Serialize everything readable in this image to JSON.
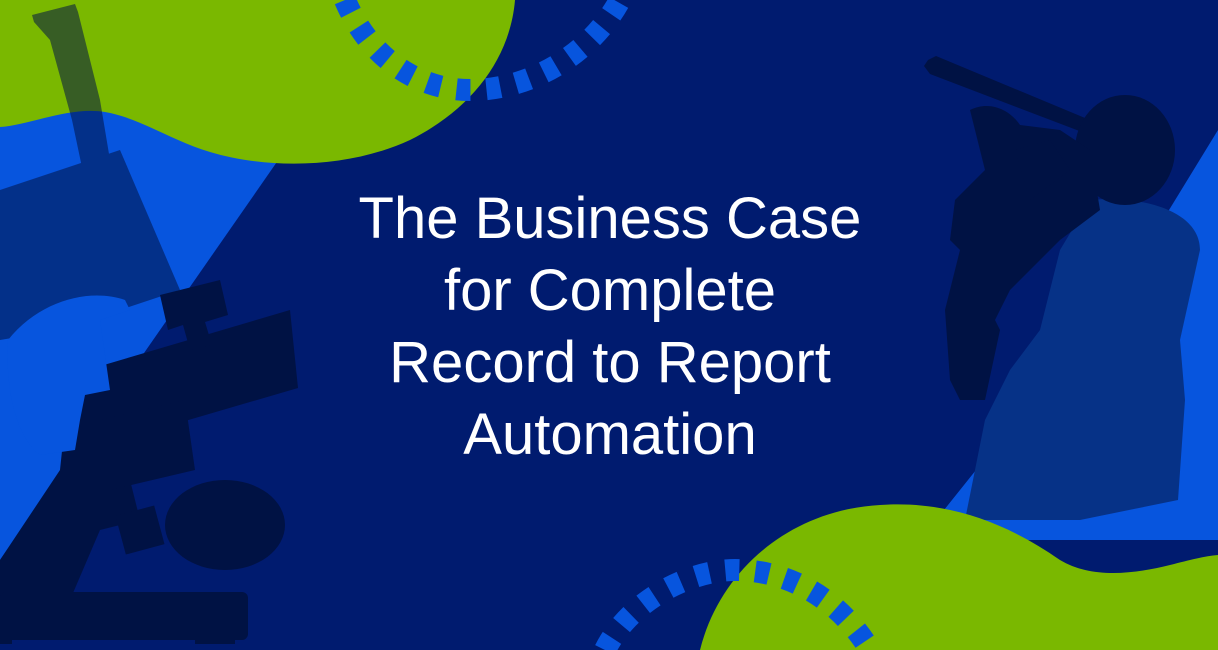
{
  "banner": {
    "title_lines": [
      "The Business Case",
      "for Complete",
      "Record to Report",
      "Automation"
    ]
  },
  "colors": {
    "background_navy": "#001b6f",
    "accent_blue": "#0755de",
    "mid_blue": "#063287",
    "lime_green": "#7ab800",
    "silhouette_dark": "#001244",
    "title_text": "#ffffff"
  },
  "decorations": {
    "top_left": "microscope-silhouette",
    "top_right": "telescope-person-silhouette",
    "dashed_arcs": 2,
    "green_blobs": 2
  }
}
